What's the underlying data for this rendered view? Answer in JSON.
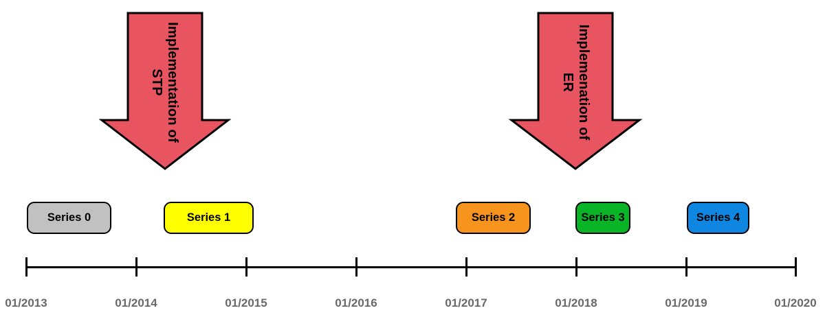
{
  "colors": {
    "arrow_fill": "#e8545f",
    "arrow_border": "#000000",
    "axis": "#000000",
    "tick_label_color": "#6a6a6a",
    "series_text": "#000000"
  },
  "arrows": [
    {
      "line1": "Implementation of",
      "line2": "STP"
    },
    {
      "line1": "Implemenation of",
      "line2": "ER"
    }
  ],
  "series": [
    {
      "label": "Series 0",
      "color": "#c1c1c1"
    },
    {
      "label": "Series 1",
      "color": "#ffff00"
    },
    {
      "label": "Series 2",
      "color": "#f6941e"
    },
    {
      "label": "Series 3",
      "color": "#09b426"
    },
    {
      "label": "Series 4",
      "color": "#0f87e2"
    }
  ],
  "timeline": {
    "ticks": [
      "01/2013",
      "01/2014",
      "01/2015",
      "01/2016",
      "01/2017",
      "01/2018",
      "01/2019",
      "01/2020"
    ]
  }
}
